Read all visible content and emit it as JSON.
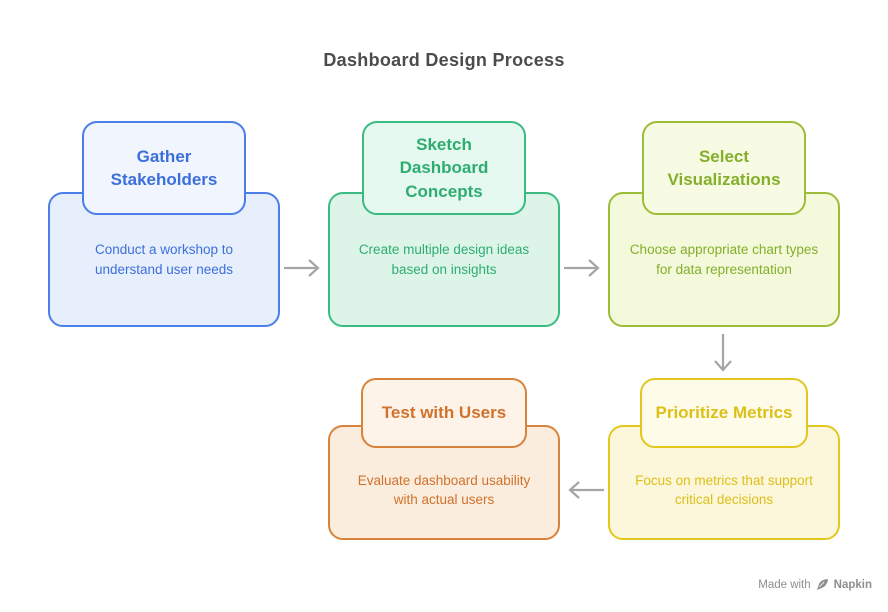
{
  "title": "Dashboard Design Process",
  "boxes": [
    {
      "id": "gather-stakeholders",
      "title": "Gather Stakeholders",
      "description": "Conduct a workshop to understand user needs",
      "colors": {
        "border": "#4B7EE8",
        "text": "#3B6FDB",
        "header_bg": "#F1F5FE",
        "body_bg": "#E8EFFC"
      }
    },
    {
      "id": "sketch-dashboard-concepts",
      "title": "Sketch Dashboard Concepts",
      "description": "Create multiple design ideas based on insights",
      "colors": {
        "border": "#3CBB81",
        "text": "#2EAD71",
        "header_bg": "#E5F9F0",
        "body_bg": "#DDF5E8"
      }
    },
    {
      "id": "select-visualizations",
      "title": "Select Visualizations",
      "description": "Choose appropriate chart types for data representation",
      "colors": {
        "border": "#9CBD39",
        "text": "#84AF2B",
        "header_bg": "#F7FBE4",
        "body_bg": "#F3F9DA"
      }
    },
    {
      "id": "prioritize-metrics",
      "title": "Prioritize Metrics",
      "description": "Focus on metrics that support critical decisions",
      "colors": {
        "border": "#E2C81E",
        "text": "#DCC01A",
        "header_bg": "#FEFBE9",
        "body_bg": "#FCF6DA"
      }
    },
    {
      "id": "test-with-users",
      "title": "Test with Users",
      "description": "Evaluate dashboard usability with actual users",
      "colors": {
        "border": "#D9823B",
        "text": "#D0722C",
        "header_bg": "#FDF3E8",
        "body_bg": "#FBEDDE"
      }
    }
  ],
  "edges": [
    {
      "from": "gather-stakeholders",
      "to": "sketch-dashboard-concepts",
      "direction": "right"
    },
    {
      "from": "sketch-dashboard-concepts",
      "to": "select-visualizations",
      "direction": "right"
    },
    {
      "from": "select-visualizations",
      "to": "prioritize-metrics",
      "direction": "down"
    },
    {
      "from": "prioritize-metrics",
      "to": "test-with-users",
      "direction": "left"
    }
  ],
  "watermark": {
    "prefix": "Made with",
    "brand": "Napkin",
    "icon": "napkin-pen-icon"
  },
  "colors": {
    "title": "#4C4C4C",
    "arrow": "#A5A5A5",
    "watermark": "#8F8F8F"
  }
}
